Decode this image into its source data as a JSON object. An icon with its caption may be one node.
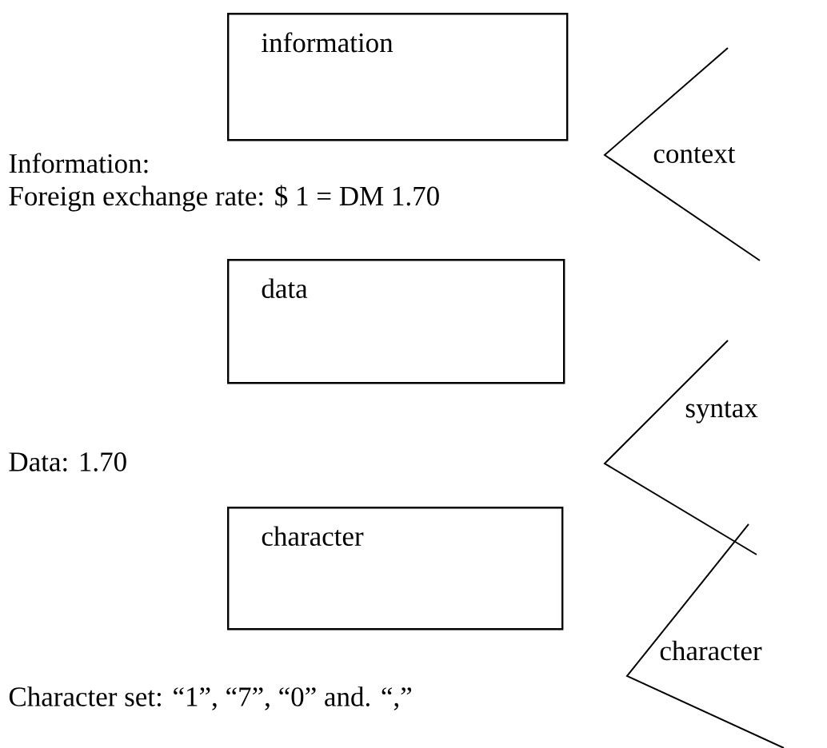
{
  "diagram": {
    "nodes": [
      {
        "text": [
          "information"
        ]
      },
      {
        "text": [
          "data"
        ]
      },
      {
        "text": [
          "character"
        ]
      }
    ],
    "labels": [
      "Information:",
      "context",
      "Foreign exchange rate: $ 1 = DM 1.70",
      "syntax",
      "Data: 1.70",
      "character",
      "Character set: “1”, “7”, “0” and. “,”"
    ]
  }
}
